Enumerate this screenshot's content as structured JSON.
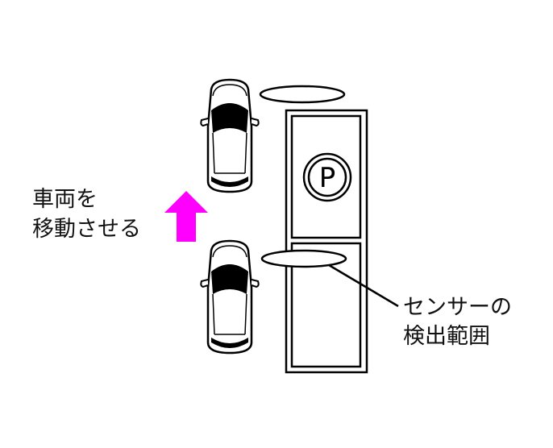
{
  "labels": {
    "move_line1": "車両を",
    "move_line2": "移動させる",
    "sensor_line1": "センサーの",
    "sensor_line2": "検出範囲"
  },
  "parking_sign": "P",
  "colors": {
    "arrow": "#ff00ff",
    "line": "#000000"
  }
}
